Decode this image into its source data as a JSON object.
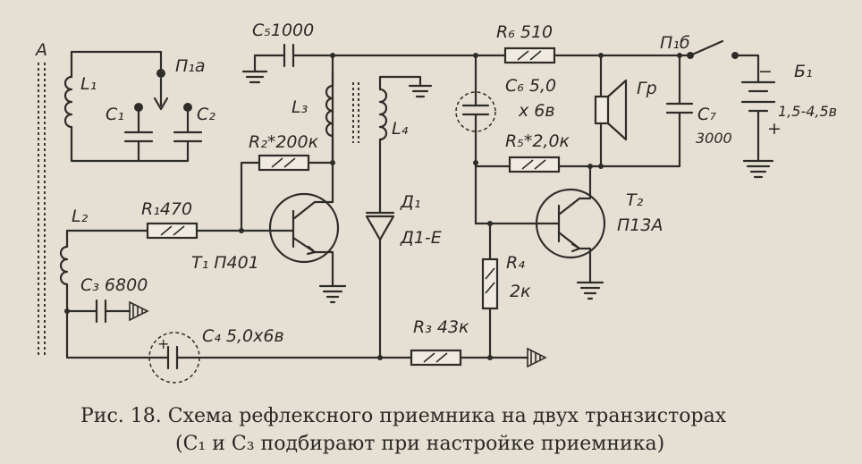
{
  "caption": {
    "line1": "Рис. 18. Схема рефлексного приемника на двух транзисторах",
    "line2": "(C₁ и C₃ подбирают при настройке приемника)"
  },
  "labels": {
    "antenna": "А",
    "L1": "L₁",
    "P1a": "П₁а",
    "C1": "C₁",
    "C2": "C₂",
    "C5": "C₅1000",
    "L3": "L₃",
    "L4": "L₄",
    "R2": "R₂*200к",
    "R6": "R₆ 510",
    "P1b": "П₁б",
    "B1": "Б₁",
    "B1_volts": "1,5-4,5в",
    "C6a": "C₆ 5,0",
    "C6b": "х 6в",
    "Gr": "Гр",
    "C7": "C₇",
    "C7_val": "3000",
    "R5": "R₅*2,0к",
    "T2": "T₂",
    "T2_type": "П13А",
    "L2": "L₂",
    "R1": "R₁470",
    "D1": "Д₁",
    "D1_type": "Д1-Е",
    "T1": "T₁ П401",
    "C3": "C₃ 6800",
    "R4": "R₄",
    "R4_val": "2к",
    "C4": "C₄ 5,0х6в",
    "R3": "R₃ 43к",
    "minus": "−",
    "plus": "+"
  }
}
